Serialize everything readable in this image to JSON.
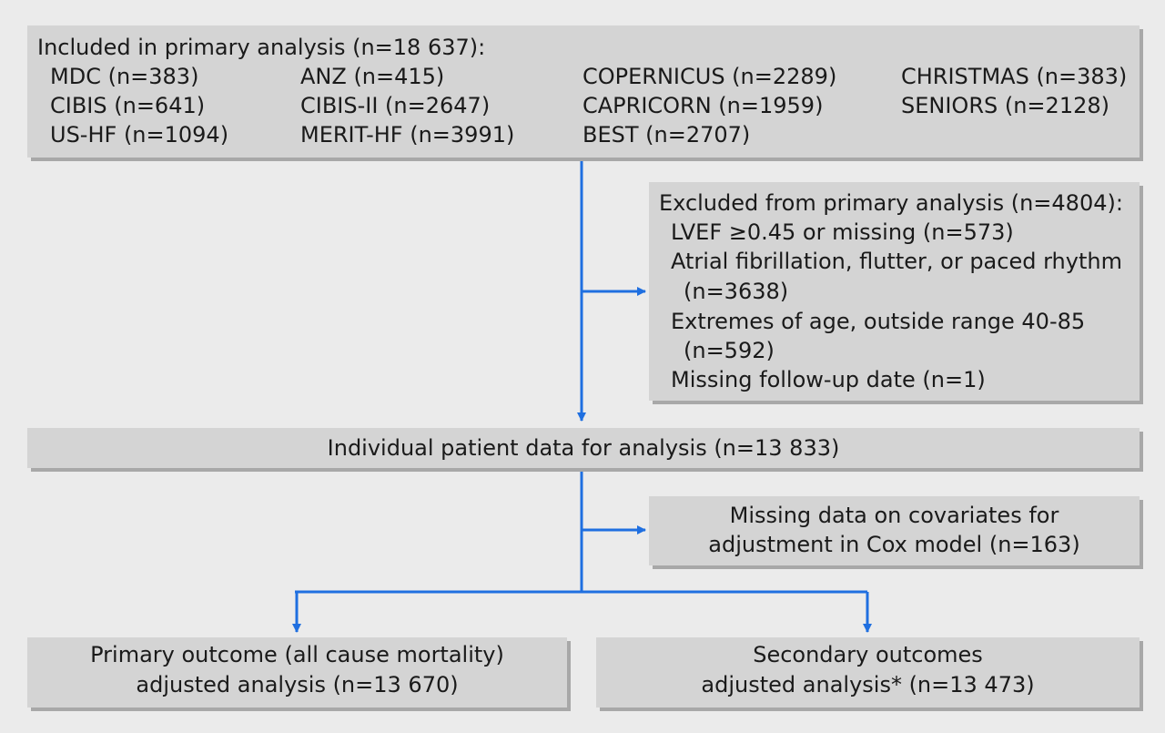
{
  "included": {
    "heading": "Included in primary analysis (n=18 637):",
    "columns": [
      [
        "MDC (n=383)",
        "CIBIS (n=641)",
        "US-HF (n=1094)"
      ],
      [
        "ANZ (n=415)",
        "CIBIS-II (n=2647)",
        "MERIT-HF (n=3991)"
      ],
      [
        "COPERNICUS (n=2289)",
        "CAPRICORN (n=1959)",
        "BEST (n=2707)"
      ],
      [
        "CHRISTMAS (n=383)",
        "SENIORS (n=2128)"
      ]
    ]
  },
  "excluded": {
    "heading": "Excluded from primary analysis (n=4804):",
    "lines": [
      "LVEF ≥0.45 or missing (n=573)",
      "Atrial fibrillation, flutter, or paced rhythm",
      "(n=3638)",
      "Extremes of age, outside range 40-85",
      "(n=592)",
      "Missing follow-up date (n=1)"
    ]
  },
  "analysis": {
    "text": "Individual patient data for analysis (n=13 833)"
  },
  "missing_covariates": {
    "lines": [
      "Missing data on covariates for",
      "adjustment in Cox model (n=163)"
    ]
  },
  "primary_outcome": {
    "lines": [
      "Primary outcome (all cause mortality)",
      "adjusted analysis (n=13 670)"
    ]
  },
  "secondary_outcome": {
    "lines": [
      "Secondary outcomes",
      "adjusted analysis* (n=13 473)"
    ]
  },
  "colors": {
    "box_fill": "#d4d4d4",
    "box_shadow": "#a8a8a8",
    "arrow": "#1f6fe0",
    "background": "#ebebeb"
  }
}
